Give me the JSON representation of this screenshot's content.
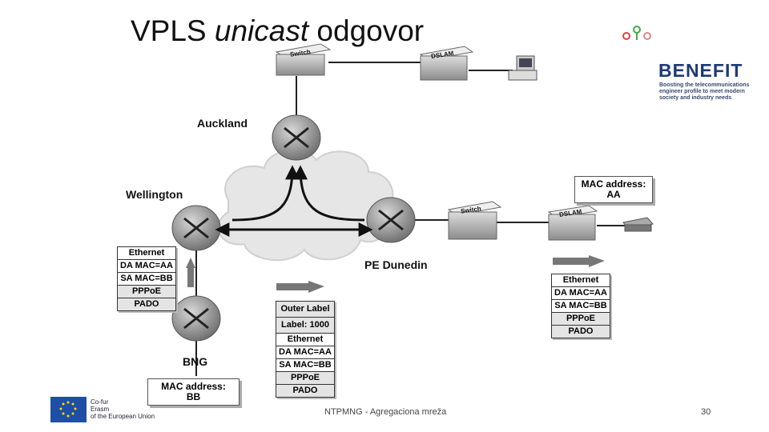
{
  "title": {
    "main": "VPLS ",
    "italic": "unicast",
    "rest": " odgovor"
  },
  "nodes": {
    "auckland": "Auckland",
    "wellington": "Wellington",
    "dunedin": "PE Dunedin",
    "bng": "BNG",
    "switch": "Switch",
    "dslam": "DSLAM"
  },
  "stack_left": [
    "Ethernet",
    "DA MAC=AA",
    "SA MAC=BB",
    "PPPoE",
    "PADO"
  ],
  "stack_middle": [
    "Outer Label",
    "Label: 1000",
    "Ethernet",
    "DA MAC=AA",
    "SA MAC=BB",
    "PPPoE",
    "PADO"
  ],
  "stack_right": [
    "Ethernet",
    "DA MAC=AA",
    "SA MAC=BB",
    "PPPoE",
    "PADO"
  ],
  "mac_aa": {
    "line1": "MAC address:",
    "line2": "AA"
  },
  "mac_bb": {
    "line1": "MAC address:",
    "line2": "BB"
  },
  "benefit": {
    "name": "BENEFIT",
    "tagline": "Boosting the telecommunications engineer profile to meet modern society and industry needs"
  },
  "eu": {
    "line1": "Co-fur",
    "line2": "Erasm",
    "line3": "of the European Union"
  },
  "footer": "NTPMNG - Agregaciona mreža",
  "page_number": "30",
  "colors": {
    "router": "#8a8a8a",
    "cloud": "#e8e8e8",
    "eu_blue": "#1e4ea6",
    "benefit_blue": "#1d3a78"
  }
}
